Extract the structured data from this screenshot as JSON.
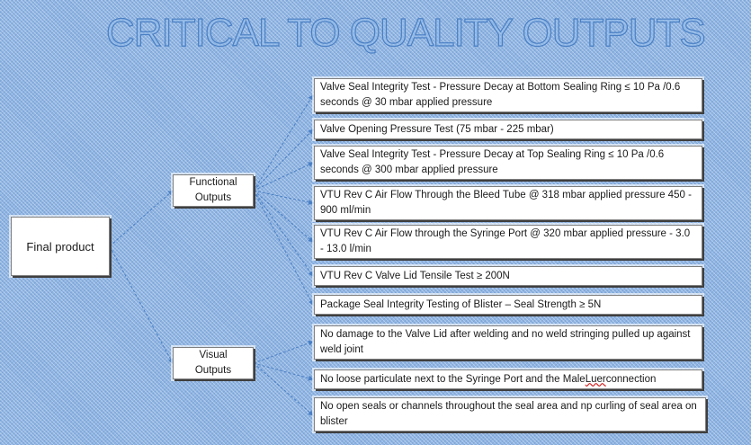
{
  "title": "CRITICAL TO QUALITY OUTPUTS",
  "colors": {
    "connector": "#4a7fc4",
    "background": "#8db3e2",
    "box": "#ffffff"
  },
  "root": {
    "label": "Final product"
  },
  "groups": [
    {
      "line1": "Functional",
      "line2": "Outputs",
      "outputs": [
        "Valve Seal Integrity Test - Pressure Decay at Bottom Sealing Ring ≤ 10 Pa /0.6 seconds @ 30 mbar applied pressure",
        "Valve Opening Pressure Test (75 mbar - 225 mbar)",
        "Valve Seal Integrity Test - Pressure Decay at Top Sealing Ring ≤ 10 Pa /0.6 seconds @ 300 mbar applied pressure",
        "VTU Rev C Air Flow Through the Bleed Tube @ 318 mbar applied pressure 450 - 900 ml/min",
        "VTU Rev C Air Flow through the Syringe Port @ 320 mbar applied pressure - 3.0 - 13.0 l/min",
        "VTU Rev C Valve Lid Tensile Test ≥ 200N",
        "Package Seal Integrity Testing of Blister – Seal Strength ≥ 5N"
      ]
    },
    {
      "line1": "Visual",
      "line2": "Outputs",
      "outputs": [
        "No damage to the Valve Lid after welding and no weld stringing pulled up against weld joint",
        "No loose particulate next to the Syringe Port and the Male Luer connection",
        "No open seals or channels throughout the seal area and np curling of seal area on blister"
      ]
    }
  ],
  "visual_out_2": {
    "before": "No loose particulate next to the Syringe Port and the Male ",
    "err": "Luer",
    "after": " connection"
  }
}
